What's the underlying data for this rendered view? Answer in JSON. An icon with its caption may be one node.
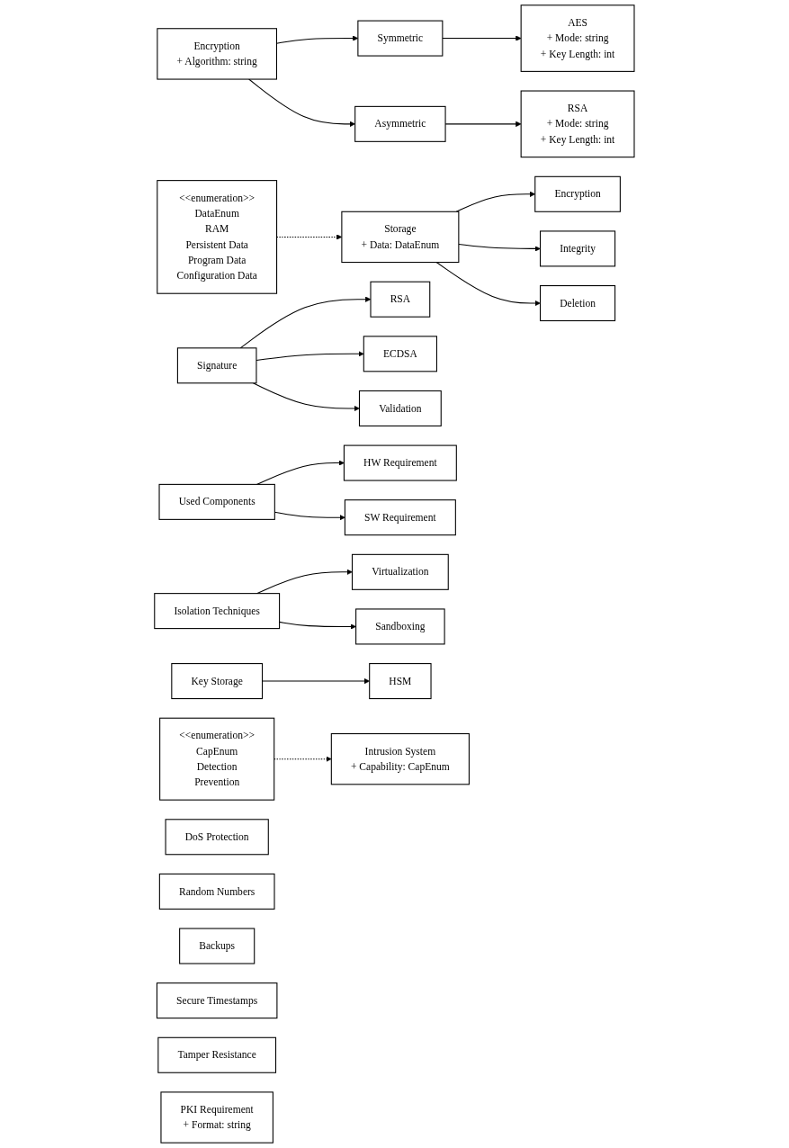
{
  "diagram": {
    "nodes": [
      {
        "text": [
          "Encryption",
          "+ Algorithm: string"
        ]
      },
      {
        "text": [
          "Symmetric"
        ]
      },
      {
        "text": [
          "Asymmetric"
        ]
      },
      {
        "text": [
          "AES",
          "+ Mode: string",
          "+ Key Length: int"
        ]
      },
      {
        "text": [
          "RSA",
          "+ Mode: string",
          "+ Key Length: int"
        ]
      },
      {
        "text": [
          "DoS Protection"
        ]
      },
      {
        "text": [
          "Key Storage"
        ]
      },
      {
        "text": [
          "HSM"
        ]
      },
      {
        "text": [
          "Signature"
        ]
      },
      {
        "text": [
          "RSA"
        ]
      },
      {
        "text": [
          "ECDSA"
        ]
      },
      {
        "text": [
          "Validation"
        ]
      },
      {
        "text": [
          "Random Numbers"
        ]
      },
      {
        "text": [
          "Backups"
        ]
      },
      {
        "text": [
          "Intrusion System",
          "+ Capability: CapEnum"
        ]
      },
      {
        "text": [
          "<<enumeration>>",
          "CapEnum",
          "Detection",
          "Prevention"
        ]
      },
      {
        "text": [
          "<<enumeration>>",
          "DataEnum",
          "RAM",
          "Persistent Data",
          "Program Data",
          "Configuration Data"
        ]
      },
      {
        "text": [
          "Secure Timestamps"
        ]
      },
      {
        "text": [
          "Tamper Resistance"
        ]
      },
      {
        "text": [
          "Storage",
          "+ Data: DataEnum"
        ]
      },
      {
        "text": [
          "Encryption"
        ]
      },
      {
        "text": [
          "Integrity"
        ]
      },
      {
        "text": [
          "Deletion"
        ]
      },
      {
        "text": [
          "Used Components"
        ]
      },
      {
        "text": [
          "HW Requirement"
        ]
      },
      {
        "text": [
          "SW Requirement"
        ]
      },
      {
        "text": [
          "PKI Requirement",
          "+ Format: string"
        ]
      },
      {
        "text": [
          "Isolation Techniques"
        ]
      },
      {
        "text": [
          "Virtualization"
        ]
      },
      {
        "text": [
          "Sandboxing"
        ]
      }
    ],
    "edges": [
      {
        "from": 0,
        "to": 1,
        "arrow": "to"
      },
      {
        "from": 0,
        "to": 2,
        "arrow": "to"
      },
      {
        "from": 1,
        "to": 3,
        "arrow": "to"
      },
      {
        "from": 2,
        "to": 4,
        "arrow": "to"
      },
      {
        "from": 6,
        "to": 7,
        "arrow": "to"
      },
      {
        "from": 8,
        "to": 9,
        "arrow": "to"
      },
      {
        "from": 8,
        "to": 10,
        "arrow": "to"
      },
      {
        "from": 8,
        "to": 11,
        "arrow": "to"
      },
      {
        "from": 15,
        "to": 14,
        "arrow": "to",
        "style": "dashed"
      },
      {
        "from": 16,
        "to": 19,
        "arrow": "to",
        "style": "dashed"
      },
      {
        "from": 19,
        "to": 20,
        "arrow": "to"
      },
      {
        "from": 19,
        "to": 21,
        "arrow": "to"
      },
      {
        "from": 19,
        "to": 22,
        "arrow": "to"
      },
      {
        "from": 23,
        "to": 24,
        "arrow": "to"
      },
      {
        "from": 23,
        "to": 25,
        "arrow": "to"
      },
      {
        "from": 27,
        "to": 28,
        "arrow": "to"
      },
      {
        "from": 27,
        "to": 29,
        "arrow": "to"
      }
    ]
  }
}
